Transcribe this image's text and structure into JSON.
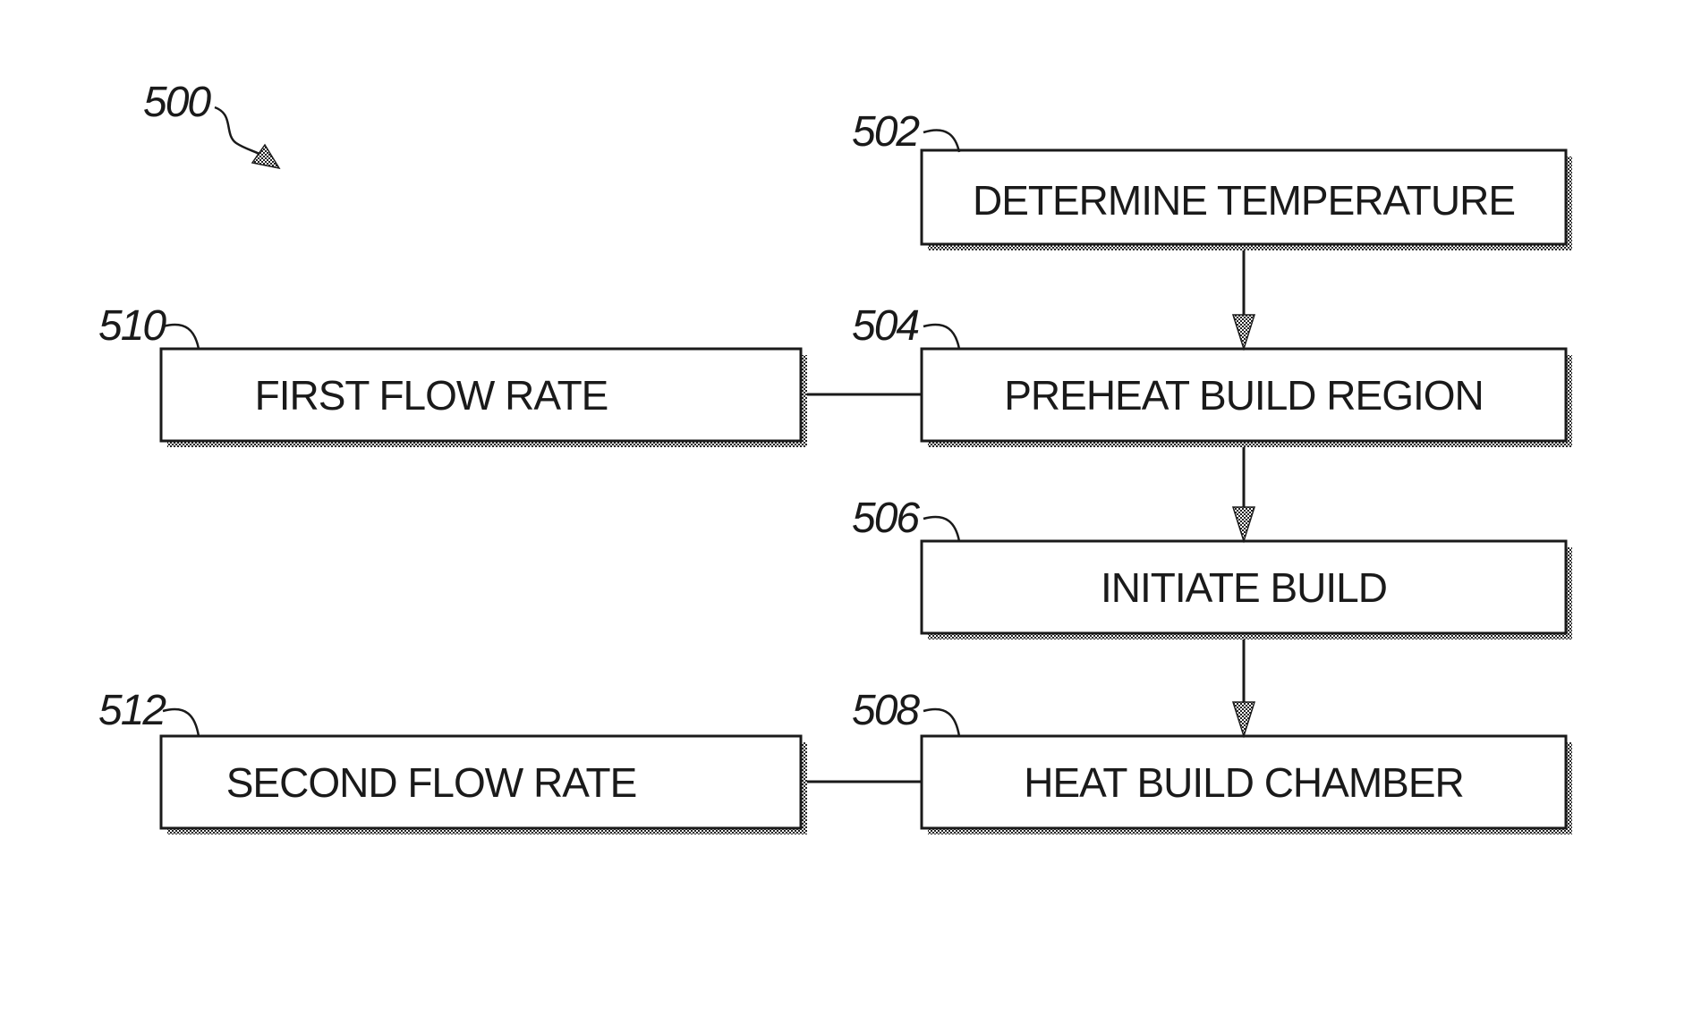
{
  "figure": {
    "ref_label": "500"
  },
  "steps": [
    {
      "id": "502",
      "label": "DETERMINE TEMPERATURE"
    },
    {
      "id": "504",
      "label": "PREHEAT BUILD REGION"
    },
    {
      "id": "506",
      "label": "INITIATE BUILD"
    },
    {
      "id": "508",
      "label": "HEAT BUILD CHAMBER"
    }
  ],
  "side_boxes": [
    {
      "id": "510",
      "label": "FIRST FLOW RATE"
    },
    {
      "id": "512",
      "label": "SECOND FLOW RATE"
    }
  ]
}
